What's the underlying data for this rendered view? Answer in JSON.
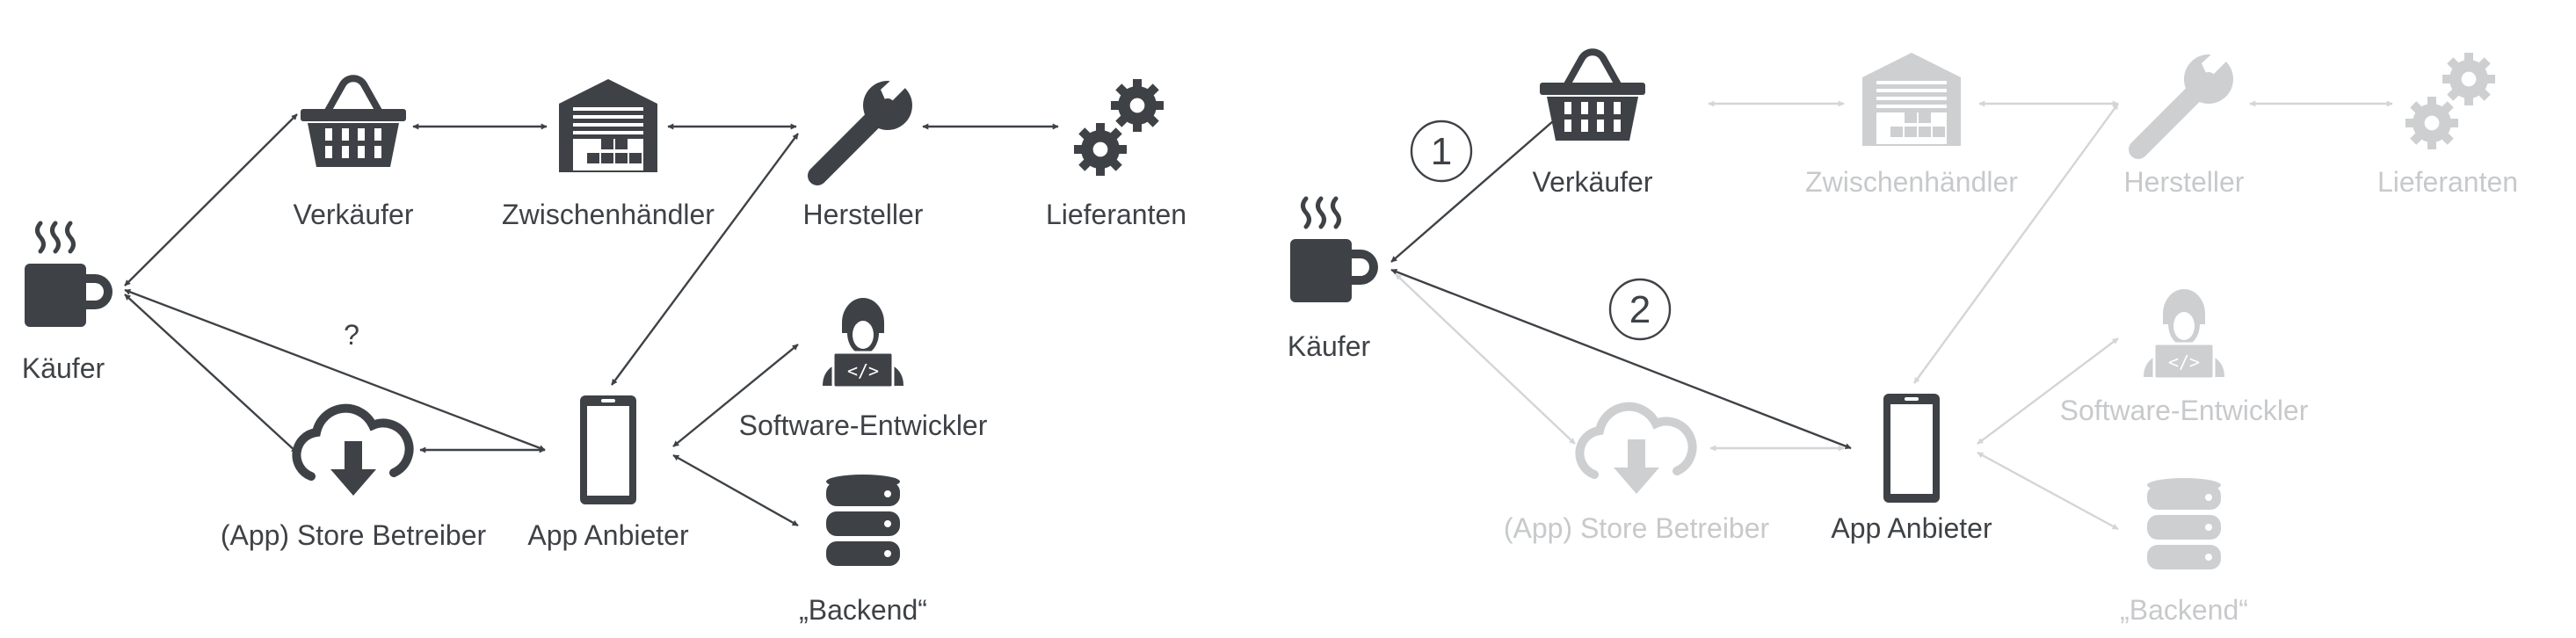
{
  "diagrams": [
    {
      "id": "left",
      "nodes": [
        {
          "id": "kaeufer",
          "label": "Käufer",
          "icon": "coffee-cup-icon",
          "faded": false
        },
        {
          "id": "verkaeufer",
          "label": "Verkäufer",
          "icon": "shopping-basket-icon",
          "faded": false
        },
        {
          "id": "zwischenhaendler",
          "label": "Zwischenhändler",
          "icon": "warehouse-icon",
          "faded": false
        },
        {
          "id": "hersteller",
          "label": "Hersteller",
          "icon": "wrench-icon",
          "faded": false
        },
        {
          "id": "lieferanten",
          "label": "Lieferanten",
          "icon": "gears-icon",
          "faded": false
        },
        {
          "id": "store",
          "label": "(App) Store Betreiber",
          "icon": "cloud-download-icon",
          "faded": false
        },
        {
          "id": "anbieter",
          "label": "App Anbieter",
          "icon": "smartphone-icon",
          "faded": false
        },
        {
          "id": "entwickler",
          "label": "Software-Entwickler",
          "icon": "developer-icon",
          "faded": false
        },
        {
          "id": "backend",
          "label": "„Backend“",
          "icon": "database-icon",
          "faded": false
        }
      ],
      "edges": [
        {
          "from": "kaeufer",
          "to": "verkaeufer",
          "faded": false
        },
        {
          "from": "verkaeufer",
          "to": "zwischenhaendler",
          "faded": false
        },
        {
          "from": "zwischenhaendler",
          "to": "hersteller",
          "faded": false
        },
        {
          "from": "hersteller",
          "to": "lieferanten",
          "faded": false
        },
        {
          "from": "kaeufer",
          "to": "store",
          "faded": false
        },
        {
          "from": "store",
          "to": "anbieter",
          "faded": false
        },
        {
          "from": "kaeufer",
          "to": "anbieter",
          "faded": false,
          "label": "?"
        },
        {
          "from": "hersteller",
          "to": "anbieter",
          "faded": false
        },
        {
          "from": "anbieter",
          "to": "entwickler",
          "faded": false
        },
        {
          "from": "anbieter",
          "to": "backend",
          "faded": false
        }
      ]
    },
    {
      "id": "right",
      "nodes": [
        {
          "id": "kaeufer",
          "label": "Käufer",
          "icon": "coffee-cup-icon",
          "faded": false
        },
        {
          "id": "verkaeufer",
          "label": "Verkäufer",
          "icon": "shopping-basket-icon",
          "faded": false
        },
        {
          "id": "zwischenhaendler",
          "label": "Zwischenhändler",
          "icon": "warehouse-icon",
          "faded": true
        },
        {
          "id": "hersteller",
          "label": "Hersteller",
          "icon": "wrench-icon",
          "faded": true
        },
        {
          "id": "lieferanten",
          "label": "Lieferanten",
          "icon": "gears-icon",
          "faded": true
        },
        {
          "id": "store",
          "label": "(App) Store Betreiber",
          "icon": "cloud-download-icon",
          "faded": true
        },
        {
          "id": "anbieter",
          "label": "App Anbieter",
          "icon": "smartphone-icon",
          "faded": false
        },
        {
          "id": "entwickler",
          "label": "Software-Entwickler",
          "icon": "developer-icon",
          "faded": true
        },
        {
          "id": "backend",
          "label": "„Backend“",
          "icon": "database-icon",
          "faded": true
        }
      ],
      "edges": [
        {
          "from": "kaeufer",
          "to": "verkaeufer",
          "faded": false,
          "label": "1"
        },
        {
          "from": "kaeufer",
          "to": "anbieter",
          "faded": false,
          "label": "2"
        },
        {
          "from": "verkaeufer",
          "to": "zwischenhaendler",
          "faded": true
        },
        {
          "from": "zwischenhaendler",
          "to": "hersteller",
          "faded": true
        },
        {
          "from": "hersteller",
          "to": "lieferanten",
          "faded": true
        },
        {
          "from": "kaeufer",
          "to": "store",
          "faded": true
        },
        {
          "from": "store",
          "to": "anbieter",
          "faded": true
        },
        {
          "from": "hersteller",
          "to": "anbieter",
          "faded": true
        },
        {
          "from": "anbieter",
          "to": "entwickler",
          "faded": true
        },
        {
          "from": "anbieter",
          "to": "backend",
          "faded": true
        }
      ]
    }
  ]
}
